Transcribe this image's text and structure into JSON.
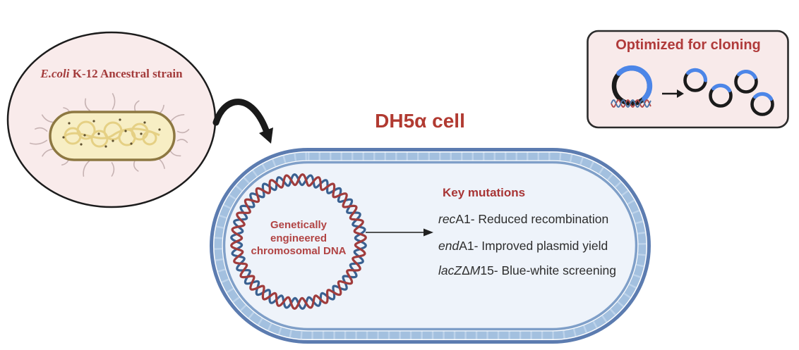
{
  "ancestral": {
    "label_species": "E.coli",
    "label_strain": " K-12 Ancestral strain"
  },
  "cell": {
    "title": "DH5α cell",
    "chromosome": {
      "line1": "Genetically",
      "line2": "engineered",
      "line3": "chromosomal DNA"
    },
    "mutations": {
      "heading": "Key mutations",
      "items": [
        {
          "i1": "rec",
          "r1": "A1- Reduced recombination",
          "i2": "",
          "r2": ""
        },
        {
          "i1": "end",
          "r1": "A1- Improved plasmid yield",
          "i2": "",
          "r2": ""
        },
        {
          "i1": "lacZ",
          "r1": "Δ",
          "i2": "M",
          "r2": "15- Blue-white screening"
        }
      ]
    }
  },
  "optimized_box": {
    "title": "Optimized for cloning"
  },
  "colors": {
    "accent_red": "#a93c3c",
    "membrane_blue_dark": "#5c7cb0",
    "membrane_blue_light": "#a3c0df",
    "cell_fill": "#eef3fa",
    "ellipse_fill": "#f9ebeb",
    "box_fill": "#f8eaea",
    "plasmid_blue": "#4c86e8",
    "bacterium_fill": "#f7eec4",
    "bacterium_border": "#8d7842",
    "dna_red": "#a03c3c",
    "dna_blue": "#3a6191",
    "text_dark": "#2d2d2d"
  }
}
